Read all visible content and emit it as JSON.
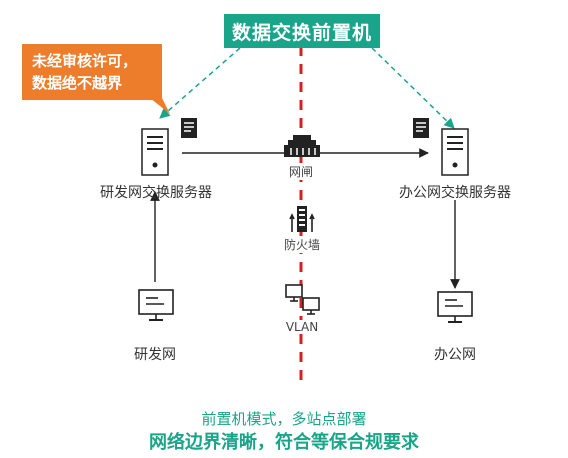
{
  "title": "数据交换前置机",
  "callout": {
    "line1": "未经审核许可，",
    "line2": "数据绝不越界"
  },
  "left_server": {
    "label": "研发网交换服务器"
  },
  "right_server": {
    "label": "办公网交换服务器"
  },
  "gateway": {
    "label": "网闸"
  },
  "firewall": {
    "label": "防火墙"
  },
  "vlan": {
    "label": "VLAN"
  },
  "left_client": {
    "label": "研发网"
  },
  "right_client": {
    "label": "办公网"
  },
  "caption": {
    "line1": "前置机模式，多站点部署",
    "line2": "网络边界清晰，符合等保合规要求"
  },
  "colors": {
    "accent": "#1aa58a",
    "callout": "#ee7d2b",
    "boundary": "#d42020",
    "icon": "#222222"
  }
}
